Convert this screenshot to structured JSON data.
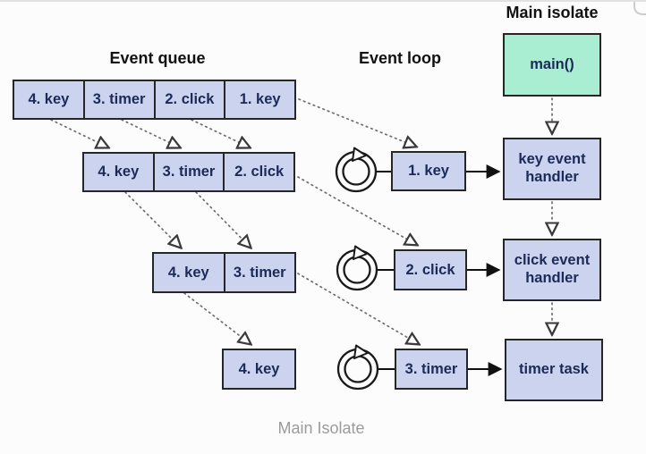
{
  "titles": {
    "event_queue": "Event queue",
    "event_loop": "Event loop",
    "main_isolate": "Main isolate"
  },
  "caption": "Main Isolate",
  "queue": {
    "row1": [
      "4. key",
      "3. timer",
      "2. click",
      "1. key"
    ],
    "row2": [
      "4. key",
      "3. timer",
      "2. click"
    ],
    "row3": [
      "4. key",
      "3. timer"
    ],
    "row4": [
      "4. key"
    ]
  },
  "event_loop": {
    "items": [
      "1. key",
      "2. click",
      "3. timer"
    ]
  },
  "isolate": {
    "main": "main()",
    "handlers": [
      "key event handler",
      "click event handler",
      "timer task"
    ]
  },
  "colors": {
    "queue_box_fill": "#ccd3ef",
    "main_fill": "#a9edd2",
    "box_border": "#262626",
    "box_text": "#1c2a58",
    "caption_text": "#9b9b9b"
  }
}
